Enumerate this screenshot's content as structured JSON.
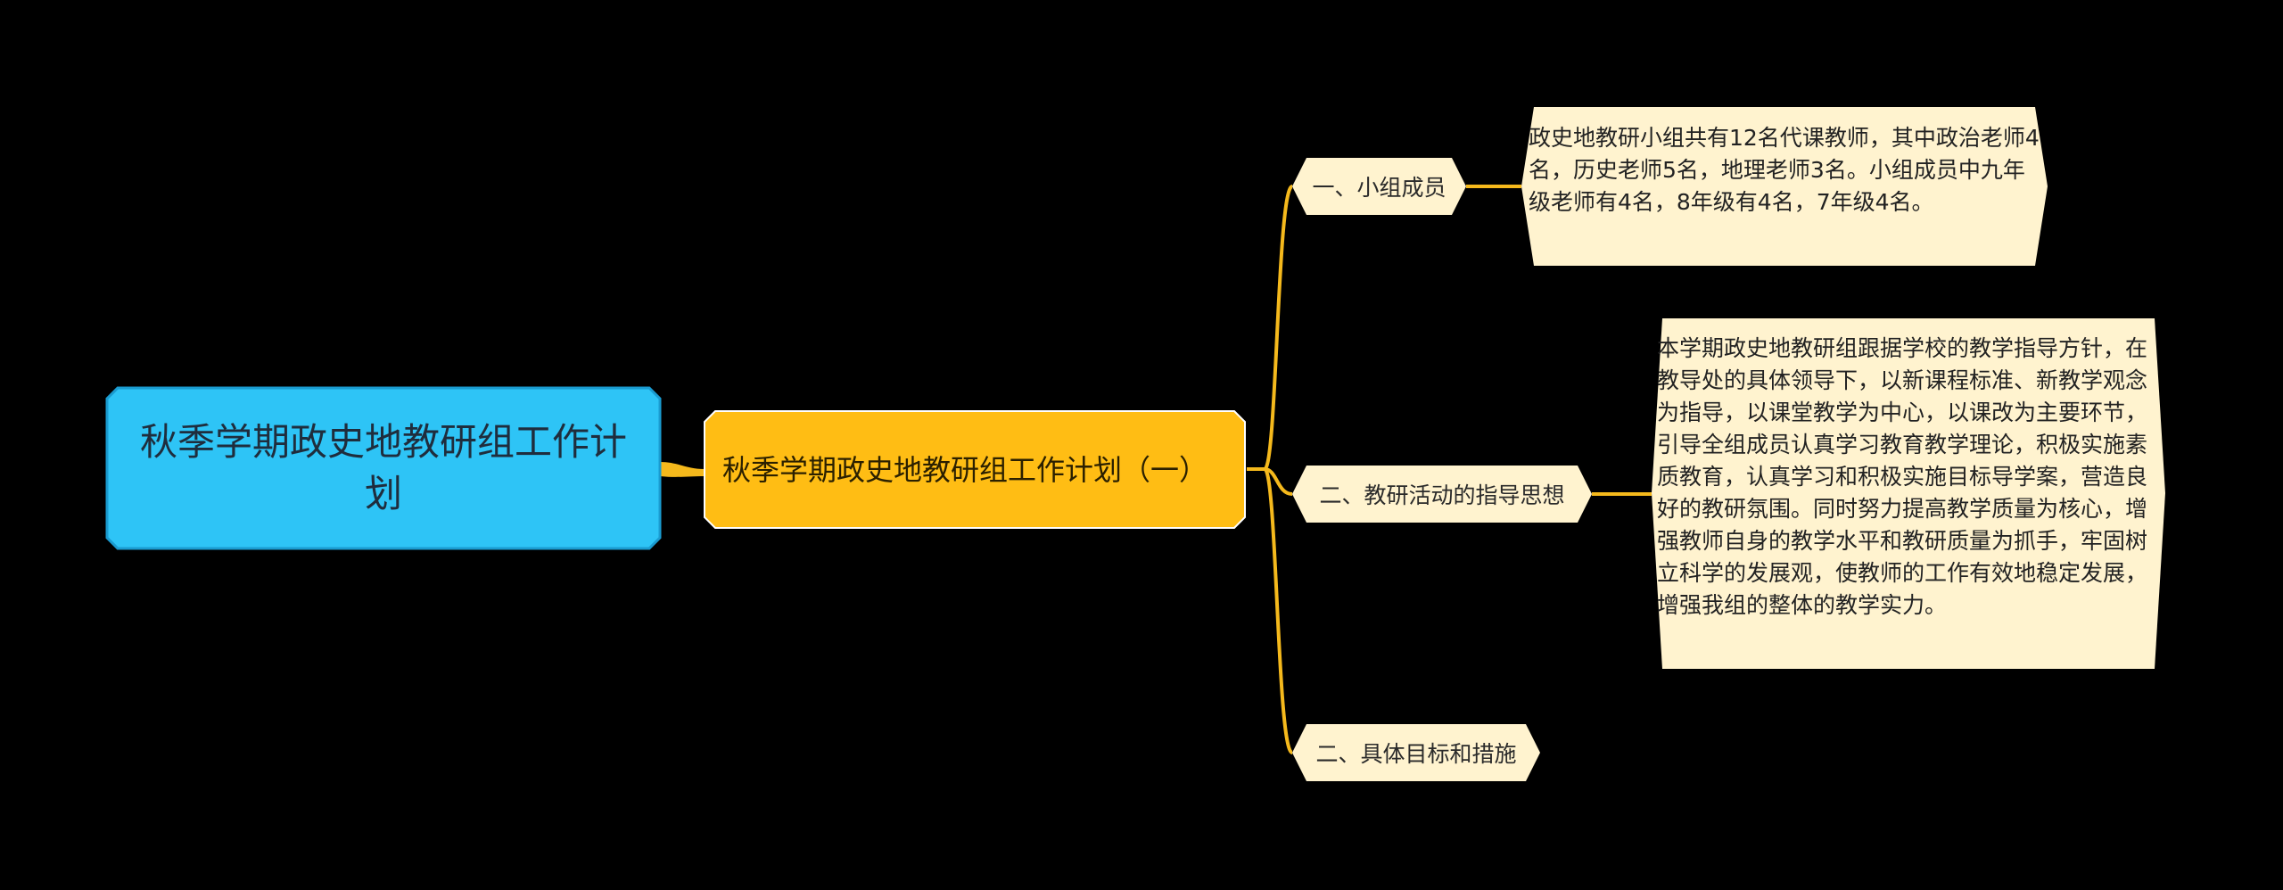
{
  "colors": {
    "background": "#000000",
    "root_fill": "#2ec4f6",
    "root_stroke": "#1a9bd0",
    "level1_fill": "#ffbd14",
    "level1_stroke": "#ffffff",
    "topic_fill": "#fff3cf",
    "detail_fill": "#fff3cf",
    "connector": "#f5b91c"
  },
  "root": {
    "label": "秋季学期政史地教研组工作计划"
  },
  "level1": {
    "label": "秋季学期政史地教研组工作计划（一）"
  },
  "topics": [
    {
      "label": "一、小组成员"
    },
    {
      "label": "二、教研活动的指导思想"
    },
    {
      "label": "二、具体目标和措施"
    }
  ],
  "details": [
    {
      "text": "政史地教研小组共有12名代课教师，其中政治老师4名，历史老师5名，地理老师3名。小组成员中九年级老师有4名，8年级有4名，7年级4名。"
    },
    {
      "text": "本学期政史地教研组跟据学校的教学指导方针，在教导处的具体领导下，以新课程标准、新教学观念为指导，以课堂教学为中心，以课改为主要环节，引导全组成员认真学习教育教学理论，积极实施素质教育，认真学习和积极实施目标导学案，营造良好的教研氛围。同时努力提高教学质量为核心，增强教师自身的教学水平和教研质量为抓手，牢固树立科学的发展观，使教师的工作有效地稳定发展，增强我组的整体的教学实力。"
    }
  ]
}
